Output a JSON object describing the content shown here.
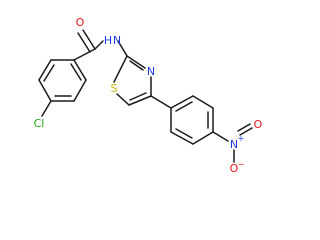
{
  "molecule": {
    "atoms": [
      {
        "symbol": "O",
        "text": "O",
        "color": "#e8161c"
      },
      {
        "symbol": "N",
        "text": "N",
        "charge": "",
        "color": "#2238e0"
      },
      {
        "symbol": "H",
        "text": "H",
        "color": "#2238e0"
      },
      {
        "symbol": "N",
        "text": "N",
        "color": "#2238e0"
      },
      {
        "symbol": "S",
        "text": "S",
        "color": "#c8b400"
      },
      {
        "symbol": "Cl",
        "text": "Cl",
        "color": "#1ea81e"
      },
      {
        "symbol": "N",
        "text": "N",
        "color": "#2238e0"
      },
      {
        "symbol": "O",
        "text": "O",
        "color": "#e8161c"
      },
      {
        "symbol": "O",
        "text": "O",
        "color": "#e8161c"
      }
    ],
    "bond_color": "#1a1a1a"
  }
}
